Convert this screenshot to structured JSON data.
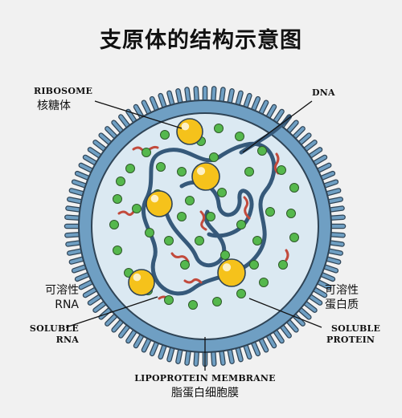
{
  "title": "支原体的结构示意图",
  "labels": {
    "ribosome_en": "RIBOSOME",
    "ribosome_zh": "核糖体",
    "dna_en": "DNA",
    "soluble_rna_zh_1": "可溶性",
    "soluble_rna_zh_2": "RNA",
    "soluble_rna_en_1": "SOLUBLE",
    "soluble_rna_en_2": "RNA",
    "soluble_protein_zh_1": "可溶性",
    "soluble_protein_zh_2": "蛋白质",
    "soluble_protein_en_1": "SOLUBLE",
    "soluble_protein_en_2": "PROTEIN",
    "membrane_en": "LIPOPROTEIN MEMBRANE",
    "membrane_zh": "脂蛋白细胞膜"
  },
  "colors": {
    "background": "#f1f1f1",
    "membrane": "#6f9fc3",
    "membrane_outline": "#2f4456",
    "cytoplasm": "#dbe9f2",
    "dna": "#36597a",
    "ribosome": "#f5c21b",
    "protein": "#55b84d",
    "rna": "#c24a3c"
  }
}
